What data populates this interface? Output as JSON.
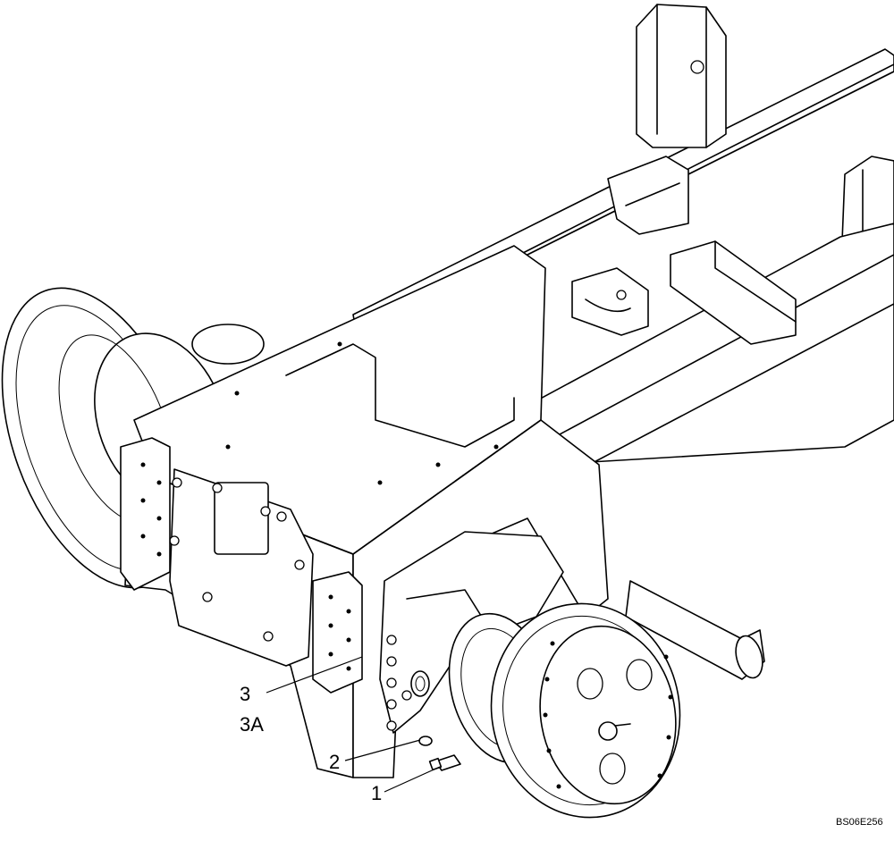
{
  "callouts": {
    "c1": "1",
    "c2": "2",
    "c3": "3",
    "c3a": "3A"
  },
  "figure_id": "BS06E256"
}
